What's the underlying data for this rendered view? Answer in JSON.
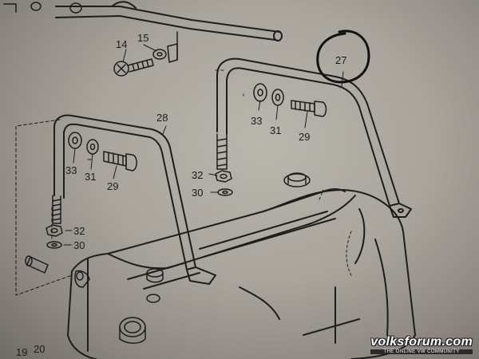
{
  "labels": {
    "l14": "14",
    "l15": "15",
    "l27": "27",
    "l28": "28",
    "l33a": "33",
    "l31a": "31",
    "l29a": "29",
    "l33b": "33",
    "l31b": "31",
    "l29b": "29",
    "l32a": "32",
    "l30a": "30",
    "l32b": "32",
    "l30b": "30",
    "l19": "19",
    "l20": "20"
  },
  "watermark": {
    "main": "volksforum.com",
    "sub": "THE ONLINE VW COMMUNITY"
  },
  "colors": {
    "paper": "#b3afa7",
    "ink": "#1d1d1d",
    "circle": "#111111"
  }
}
